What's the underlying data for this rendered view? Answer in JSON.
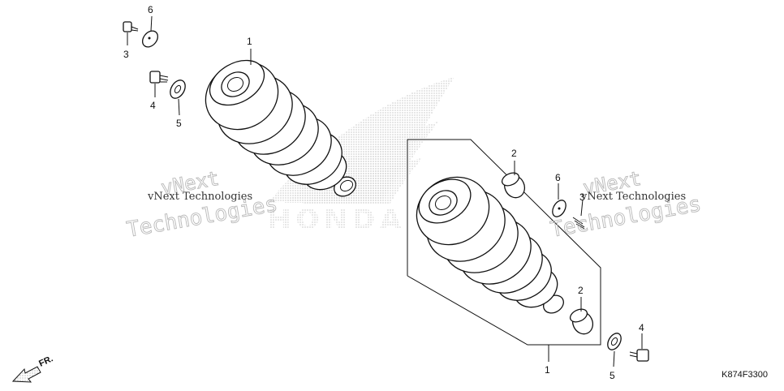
{
  "diagram": {
    "callouts": {
      "c1a": "1",
      "c1b": "1",
      "c2a": "2",
      "c2b": "2",
      "c3a": "3",
      "c3b": "3",
      "c4a": "4",
      "c4b": "4",
      "c5a": "5",
      "c5b": "5",
      "c6a": "6",
      "c6b": "6"
    },
    "watermarks": {
      "wm1_line1": "vNext",
      "wm1_line2": "Technologies",
      "wm1_small": "vNext Technologies",
      "wm2_line1": "vNext",
      "wm2_line2": "Technologies",
      "wm2_small": "vNext Technologies"
    },
    "direction_label": "FR.",
    "figure_code": "K874F3300",
    "logo_text": "HONDA"
  }
}
